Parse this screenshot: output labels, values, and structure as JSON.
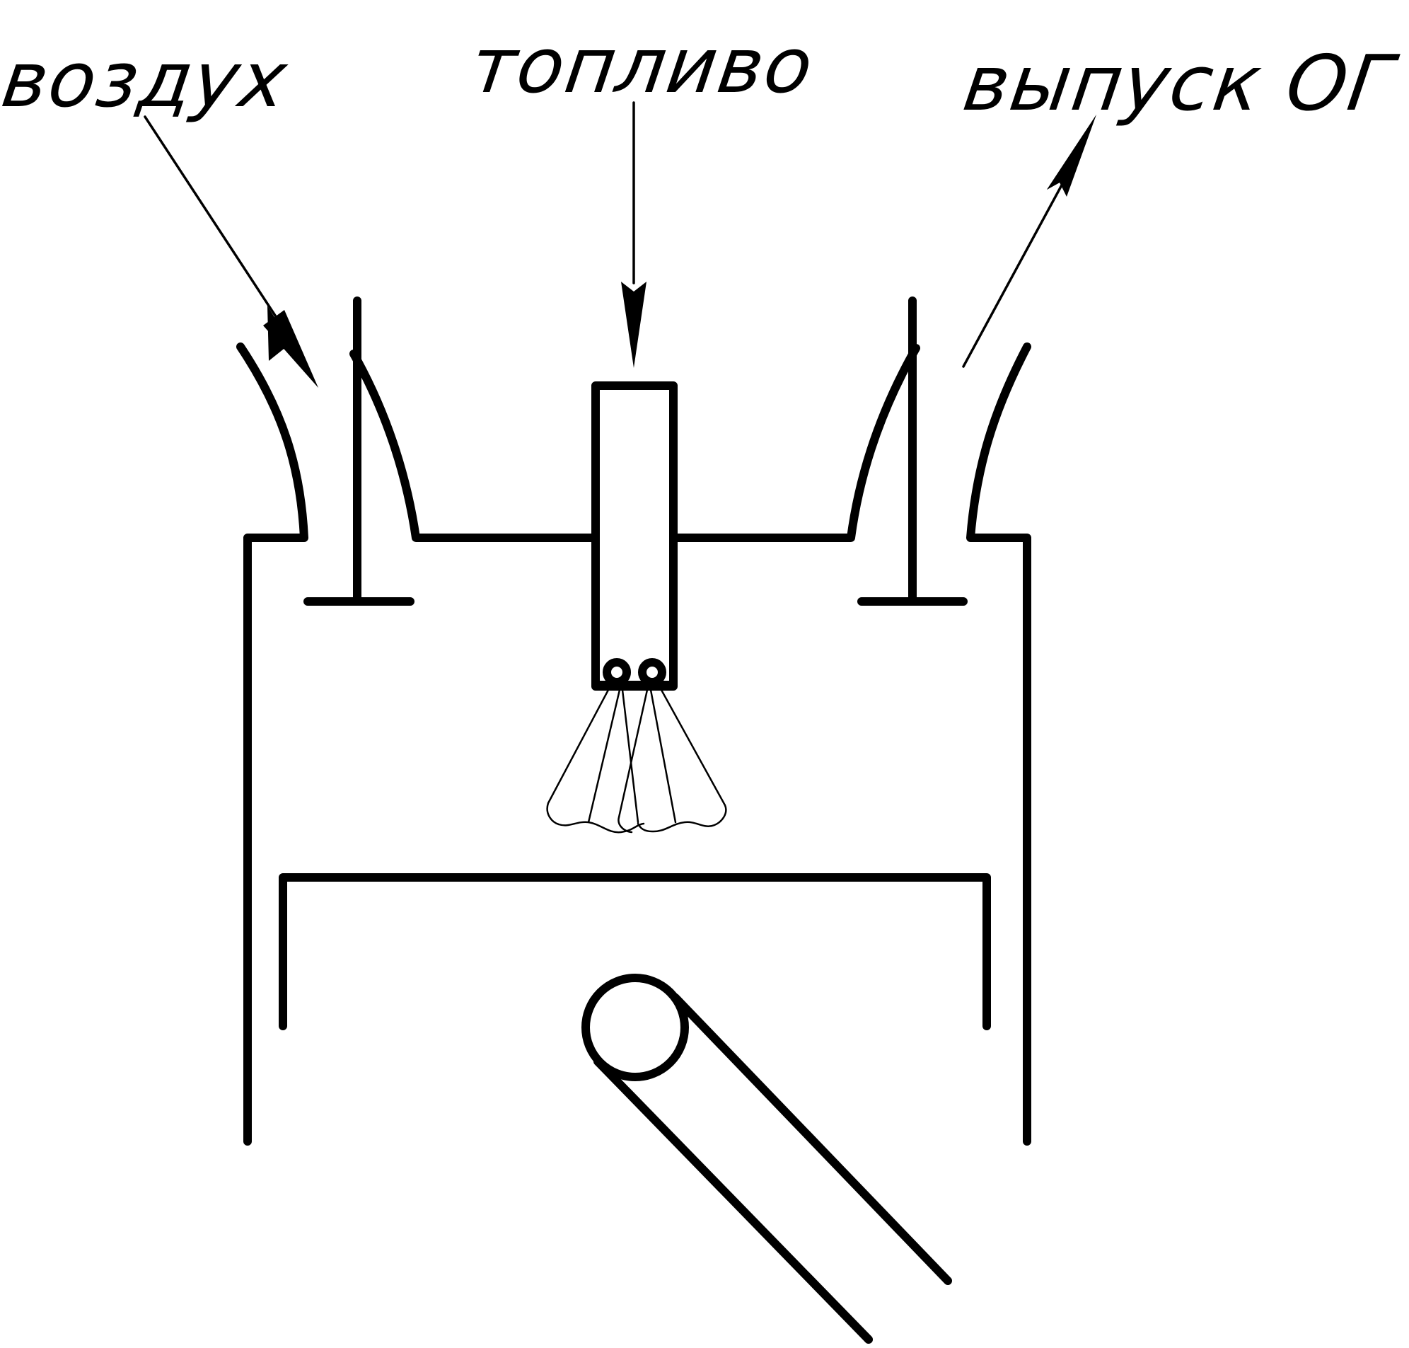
{
  "labels": {
    "air": "воздух",
    "fuel": "топливо",
    "exhaust": "выпуск ОГ"
  },
  "colors": {
    "line": "#000000",
    "background": "#ffffff"
  }
}
